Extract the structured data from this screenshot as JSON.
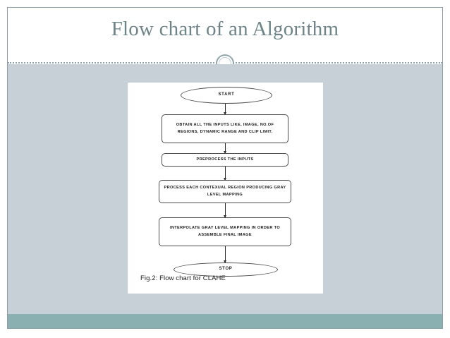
{
  "slide": {
    "title": "Flow chart of an Algorithm",
    "colors": {
      "title_text": "#6e8489",
      "divider": "#8ea3a9",
      "body_background": "#c6d0d6",
      "footer_background": "#8bb0b2",
      "panel_background": "#ffffff",
      "slide_border": "#8aa0a6",
      "node_stroke": "#4b4b4b",
      "node_text": "#1b1b1b"
    },
    "decoration": {
      "ring_icon": "circle-ring-icon"
    }
  },
  "figure": {
    "caption": "Fig.2: Flow chart for CLAHE",
    "chart_data": {
      "type": "diagram",
      "title": "Fig.2: Flow chart for CLAHE",
      "nodes": [
        {
          "id": "start",
          "shape": "terminal",
          "label": "START"
        },
        {
          "id": "obtain",
          "shape": "process",
          "label": "OBTAIN ALL THE INPUTS LIKE, IMAGE, NO.OF REGIONS, DYNAMIC RANGE AND CLIP LIMIT."
        },
        {
          "id": "preprocess",
          "shape": "process",
          "label": "PREPROCESS  THE INPUTS"
        },
        {
          "id": "process",
          "shape": "process",
          "label": "PROCESS EACH CONTEXUAL REGION PRODUCING GRAY LEVEL MAPPING"
        },
        {
          "id": "interpolate",
          "shape": "process",
          "label": "INTERPOLATE GRAY LEVEL MAPPING IN ORDER TO ASSEMBLE FINAL IMAGE"
        },
        {
          "id": "stop",
          "shape": "terminal",
          "label": "STOP"
        }
      ],
      "edges": [
        {
          "from": "start",
          "to": "obtain"
        },
        {
          "from": "obtain",
          "to": "preprocess"
        },
        {
          "from": "preprocess",
          "to": "process"
        },
        {
          "from": "process",
          "to": "interpolate"
        },
        {
          "from": "interpolate",
          "to": "stop"
        }
      ]
    }
  }
}
